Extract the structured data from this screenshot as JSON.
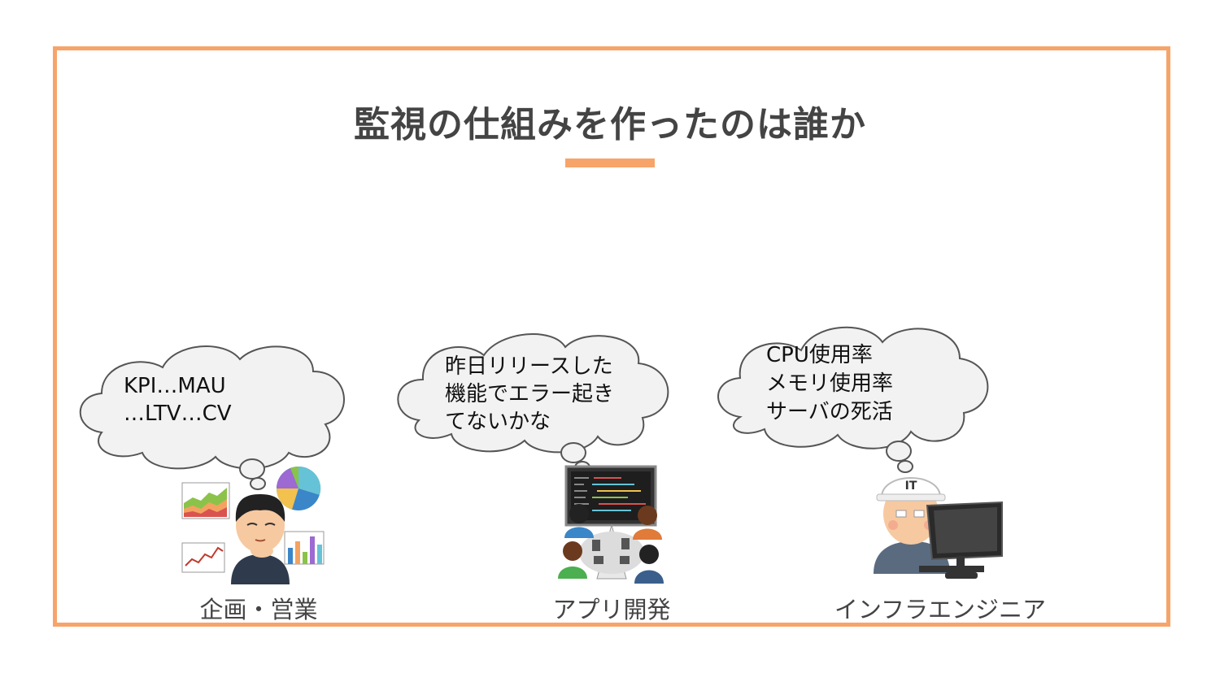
{
  "title": "監視の仕組みを作ったのは誰か",
  "accent_color": "#f7a46a",
  "personas": [
    {
      "thought_lines": [
        "KPI…MAU",
        "…LTV…CV"
      ],
      "caption": "企画・営業",
      "illustration": "business-person-with-charts-icon"
    },
    {
      "thought_lines": [
        "昨日リリースした",
        "機能でエラー起き",
        "てないかな"
      ],
      "caption": "アプリ開発",
      "illustration": "developer-team-meeting-icon"
    },
    {
      "thought_lines": [
        "CPU使用率",
        "メモリ使用率",
        "サーバの死活"
      ],
      "caption": "インフラエンジニア",
      "illustration": "infra-engineer-at-monitor-icon"
    }
  ]
}
